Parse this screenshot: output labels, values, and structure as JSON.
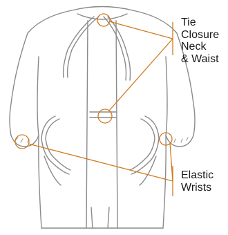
{
  "callouts": {
    "tie_closure": [
      "Tie",
      "Closure",
      "Neck",
      "& Waist"
    ],
    "elastic_wrists": [
      "Elastic",
      "Wrists"
    ]
  },
  "colors": {
    "outline": "#8a8a8a",
    "callout": "#d07a1e",
    "text": "#1a1a1a",
    "background": "#ffffff"
  }
}
